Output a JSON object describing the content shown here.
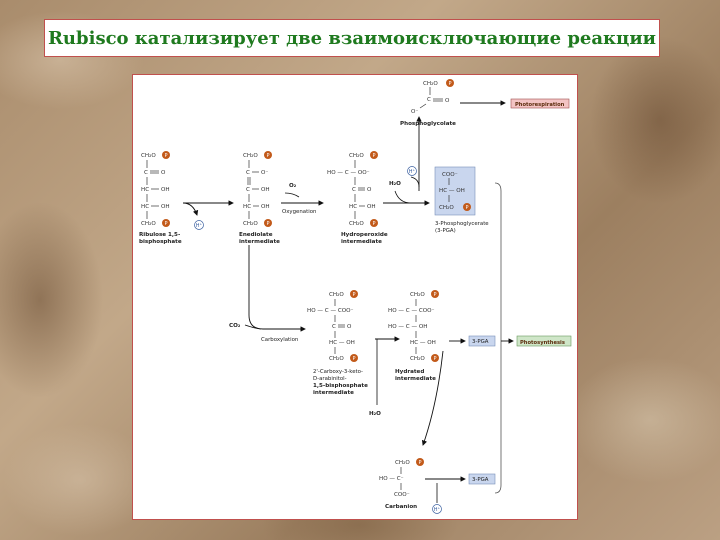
{
  "slide": {
    "title": "Rubisco катализирует две взаимоисключающие реакции"
  },
  "diagram": {
    "molecules": {
      "phosphoglycolate": {
        "lines": [
          "CH₂O",
          "C",
          "O⁻"
        ],
        "extra": "O",
        "label": "Phosphoglycolate"
      },
      "rubp": {
        "lines": [
          "CH₂O",
          "C",
          "HC",
          "HC",
          "CH₂O"
        ],
        "groups": [
          "",
          "O",
          "OH",
          "OH",
          ""
        ],
        "label": [
          "Ribulose 1,5-",
          "bisphosphate"
        ]
      },
      "enediolate": {
        "lines": [
          "CH₂O",
          "C",
          "C",
          "HC",
          "CH₂O"
        ],
        "groups": [
          "",
          "O⁻",
          "OH",
          "OH",
          ""
        ],
        "label": [
          "Enediolate",
          "intermediate"
        ]
      },
      "hydroperoxide": {
        "lines": [
          "CH₂O",
          "HO — C — OO⁻",
          "C",
          "HC",
          "CH₂O"
        ],
        "groups": [
          "",
          "",
          "O",
          "OH",
          ""
        ],
        "label": [
          "Hydroperoxide",
          "intermediate"
        ]
      },
      "pga_top": {
        "lines": [
          "COO⁻",
          "HC — OH",
          "CH₂O"
        ],
        "label": [
          "3-Phosphoglycerate",
          "(3-PGA)"
        ]
      },
      "carboxyketo": {
        "lines": [
          "CH₂O",
          "HO — C — COO⁻",
          "C",
          "HC — OH",
          "CH₂O"
        ],
        "groups": [
          "",
          "",
          "O",
          "",
          ""
        ],
        "label": [
          "2'-Carboxy-3-keto-",
          "D-arabinitol-",
          "1,5-bisphosphate",
          "intermediate"
        ]
      },
      "hydrated": {
        "lines": [
          "CH₂O",
          "HO — C — COO⁻",
          "HO — C — OH",
          "HC — OH",
          "CH₂O"
        ],
        "label": [
          "Hydrated",
          "intermediate"
        ]
      },
      "carbanion": {
        "lines": [
          "CH₂O",
          "HO — C⁻",
          "COO⁻"
        ],
        "label": "Carbanion"
      }
    },
    "reagents": {
      "o2": "O₂",
      "co2": "CO₂",
      "h2o_top": "H₂O",
      "h2o_bottom": "H₂O",
      "h_plus": "H⁺",
      "phosphate": "P"
    },
    "steps": {
      "oxygenation": "Oxygenation",
      "carboxylation": "Carboxylation"
    },
    "products": {
      "photorespiration": "Photorespiration",
      "photosynthesis": "Photosynthesis",
      "pga_mid": "3-PGA",
      "pga_bottom": "3-PGA"
    },
    "colors": {
      "phosphate": "#c25a1a",
      "proton": "#3a5fa0",
      "product_box": "#c9d6ee",
      "photorespiration_box": "#f3c4c4",
      "photosynthesis_box": "#cfe6c8"
    }
  }
}
